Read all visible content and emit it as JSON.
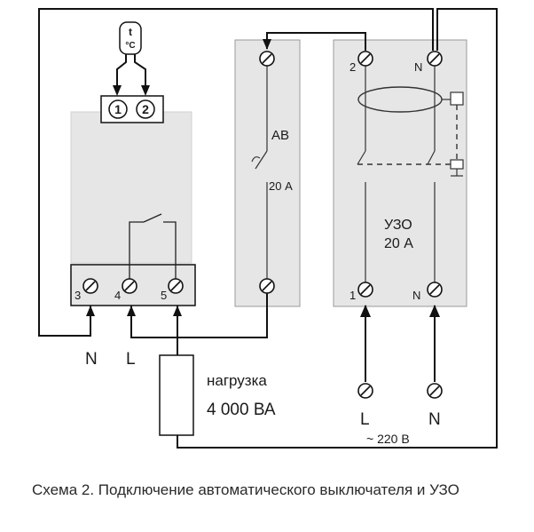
{
  "thermostat": {
    "sensor_symbol": "t",
    "sensor_unit": "°C",
    "terminal_1": "1",
    "terminal_2": "2"
  },
  "controller": {
    "terminal_3": "3",
    "terminal_4": "4",
    "terminal_5": "5"
  },
  "breaker": {
    "name": "АВ",
    "rating": "20 А"
  },
  "rcd": {
    "name": "УЗО",
    "rating": "20 А",
    "top_left_terminal": "2",
    "top_right_terminal": "N",
    "bottom_left_terminal": "1",
    "bottom_right_terminal": "N"
  },
  "labels": {
    "n_left": "N",
    "l_left": "L",
    "load_name": "нагрузка",
    "load_power": "4 000 ВА",
    "supply_l": "L",
    "supply_n": "N",
    "supply_voltage": "~ 220 В"
  },
  "caption": "Схема 2. Подключение автоматического выключателя и УЗО"
}
